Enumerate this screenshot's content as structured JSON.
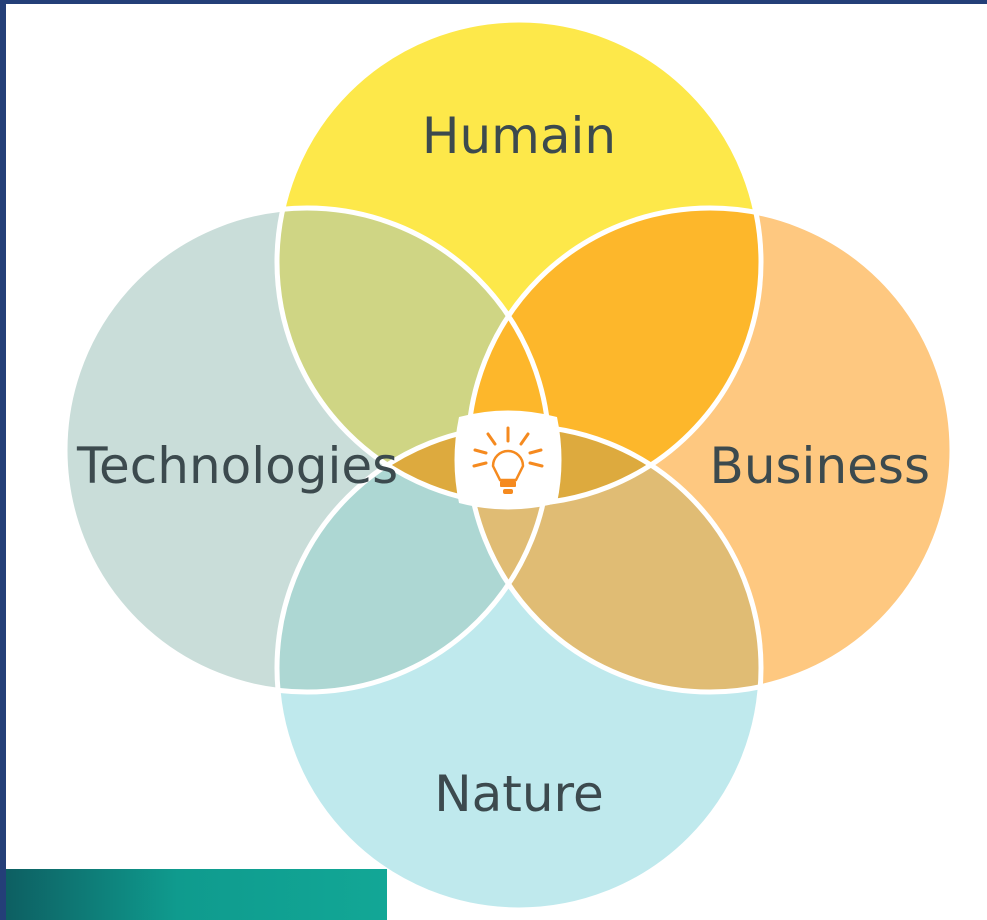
{
  "diagram": {
    "type": "venn",
    "sets": {
      "top": {
        "label": "Humain",
        "color": "#fde84a"
      },
      "left": {
        "label": "Technologies",
        "color": "#c9ddd9"
      },
      "right": {
        "label": "Business",
        "color": "#fec880"
      },
      "bottom": {
        "label": "Nature",
        "color": "#bfe9ed"
      }
    },
    "overlap_colors": {
      "top_left": "#cfd584",
      "top_right": "#fdb72b",
      "left_bottom": "#add7d3",
      "right_bottom": "#e0bc74",
      "center": "#ddaa3e"
    },
    "center_icon": "lightbulb-icon",
    "accent": "#f58a1f"
  },
  "footer_bar": {
    "color": "#12a796"
  }
}
